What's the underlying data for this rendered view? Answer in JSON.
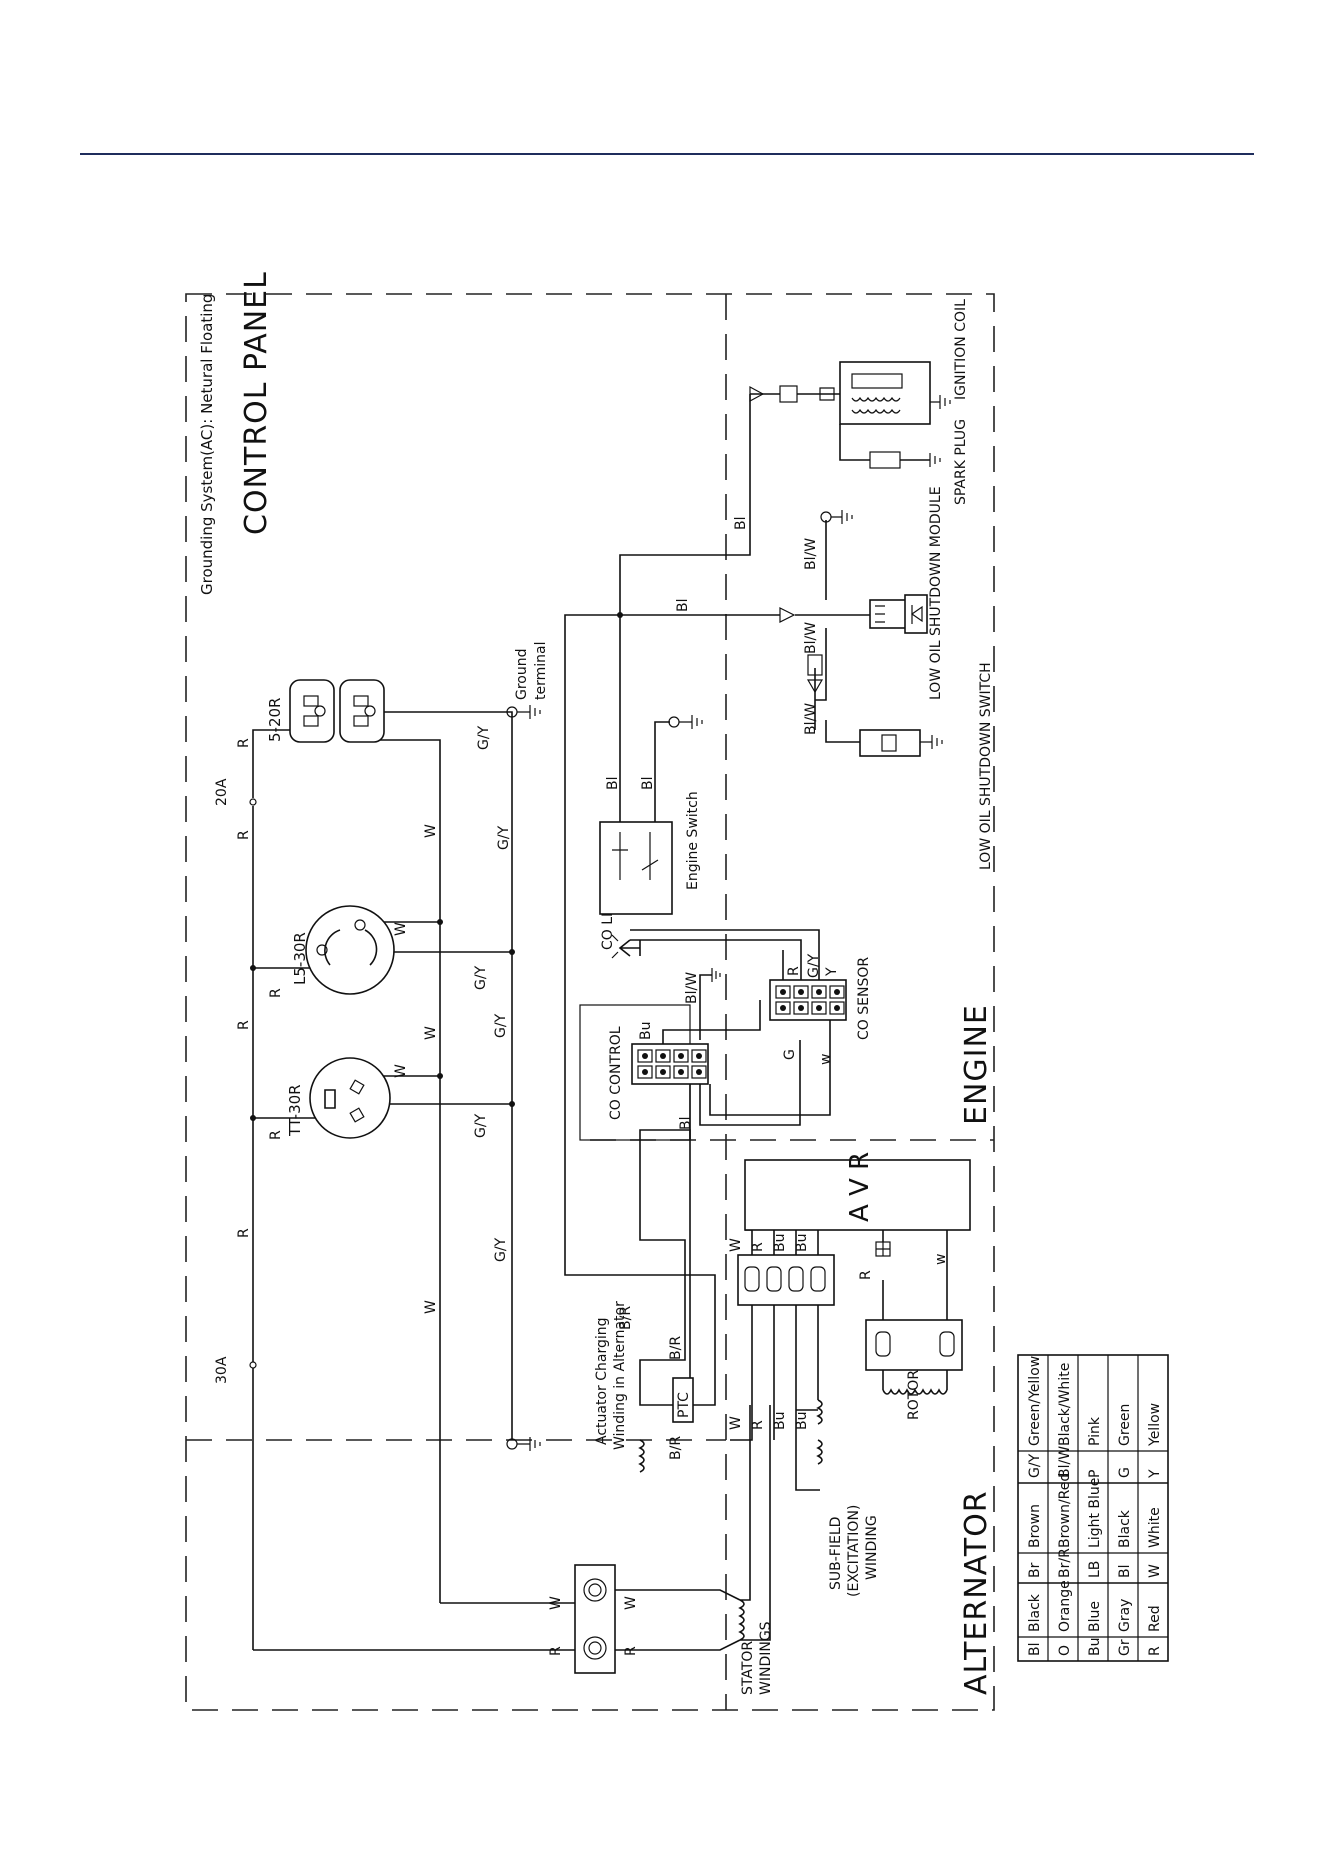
{
  "header": {
    "rule_color": "#1f2d5c"
  },
  "sections": {
    "grounding_note": "Grounding System(AC): Netural Floating",
    "control_panel": "CONTROL PANEL",
    "engine": "ENGINE",
    "alternator": "ALTERNATOR"
  },
  "components": {
    "breaker_20a": "20A",
    "breaker_30a": "30A",
    "receptacle_5_20r": "5-20R",
    "receptacle_l5_30r": "L5-30R",
    "receptacle_tt_30r": "TT-30R",
    "ground_terminal_1": "Ground",
    "ground_terminal_2": "terminal",
    "engine_switch": "Engine Switch",
    "co_led": "CO LED",
    "co_sensor": "CO SENSOR",
    "co_control": "CO CONTROL",
    "avr": "A V R",
    "ptc": "PTC",
    "actuator_1": "Actuator Charging",
    "actuator_2": "Winding in Alternator",
    "rotor": "ROTOR",
    "subfield_1": "SUB-FIELD",
    "subfield_2": "(EXCITATION)",
    "subfield_3": "WINDING",
    "stator_1": "STATOR",
    "stator_2": "WINDINGS",
    "spark_plug": "SPARK PLUG",
    "ignition_coil": "IGNITION COIL",
    "low_oil_module": "LOW OIL SHUTDOWN MODULE",
    "low_oil_switch": "LOW OIL SHUTDOWN SWITCH"
  },
  "wire_labels": {
    "R": "R",
    "W": "W",
    "GY": "G/Y",
    "Bl": "Bl",
    "BlW": "Bl/W",
    "BR": "B/R",
    "Bu": "Bu",
    "G": "G",
    "Y": "Y",
    "Rlow": "R",
    "Wlow": "w"
  },
  "legend": {
    "rows": [
      [
        "Bl",
        "Black",
        "Br",
        "Brown",
        "G/Y",
        "Green/Yellow"
      ],
      [
        "O",
        "Orange",
        "Br/R",
        "Brown/Red",
        "Bl/W",
        "Black/White"
      ],
      [
        "Bu",
        "Blue",
        "LB",
        "Light Blue",
        "P",
        "Pink"
      ],
      [
        "Gr",
        "Gray",
        "Bl",
        "Black",
        "G",
        "Green"
      ],
      [
        "R",
        "Red",
        "W",
        "White",
        "Y",
        "Yellow"
      ]
    ]
  }
}
